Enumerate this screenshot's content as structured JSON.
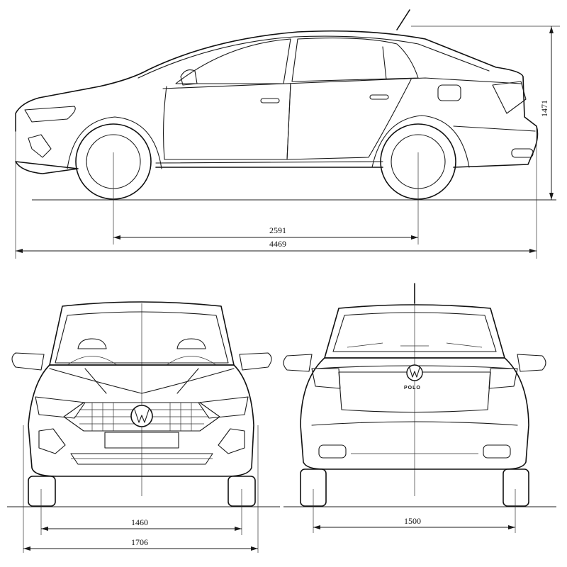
{
  "dimensions": {
    "overall_length": "4469",
    "wheelbase": "2591",
    "height": "1471",
    "front_track": "1460",
    "overall_width": "1706",
    "rear_track": "1500"
  },
  "badges": {
    "rear_model": "POLO"
  },
  "icons": {
    "front_logo": "vw-logo-icon",
    "rear_logo": "vw-logo-icon"
  },
  "colors": {
    "line": "#1a1a1a",
    "background": "#ffffff"
  }
}
